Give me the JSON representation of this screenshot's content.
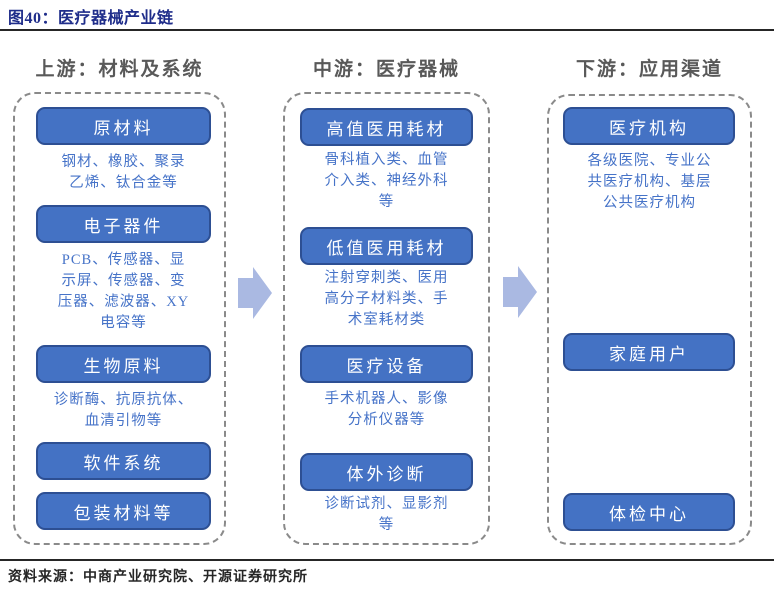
{
  "figure": {
    "title": "图40：医疗器械产业链",
    "source": "资料来源：中商产业研究院、开源证券研究所"
  },
  "columns": [
    {
      "header": "上游：材料及系统",
      "blocks": [
        {
          "label": "原材料",
          "desc": "钢材、橡胶、聚录\n乙烯、钛合金等"
        },
        {
          "label": "电子器件",
          "desc": "PCB、传感器、显\n示屏、传感器、变\n压器、滤波器、XY\n电容等"
        },
        {
          "label": "生物原料",
          "desc": "诊断酶、抗原抗体、\n血清引物等"
        },
        {
          "label": "软件系统"
        },
        {
          "label": "包装材料等"
        }
      ]
    },
    {
      "header": "中游：医疗器械",
      "blocks": [
        {
          "label": "高值医用耗材",
          "desc": "骨科植入类、血管\n介入类、神经外科\n等"
        },
        {
          "label": "低值医用耗材",
          "desc": "注射穿刺类、医用\n高分子材料类、手\n术室耗材类"
        },
        {
          "label": "医疗设备",
          "desc": "手术机器人、影像\n分析仪器等"
        },
        {
          "label": "体外诊断",
          "desc": "诊断试剂、显影剂\n等"
        }
      ]
    },
    {
      "header": "下游：应用渠道",
      "blocks": [
        {
          "label": "医疗机构",
          "desc": "各级医院、专业公\n共医疗机构、基层\n公共医疗机构"
        },
        {
          "label": "家庭用户"
        },
        {
          "label": "体检中心"
        }
      ]
    }
  ],
  "colors": {
    "title_navy": "#1f2d8a",
    "header_gray": "#595959",
    "box_fill": "#4472c4",
    "box_border": "#2d4f93",
    "box_text": "#ffffff",
    "desc_text": "#4673c8",
    "panel_dash": "#8a8a8a",
    "arrow_fill": "#aab9e2",
    "rule_dark": "#262626"
  }
}
